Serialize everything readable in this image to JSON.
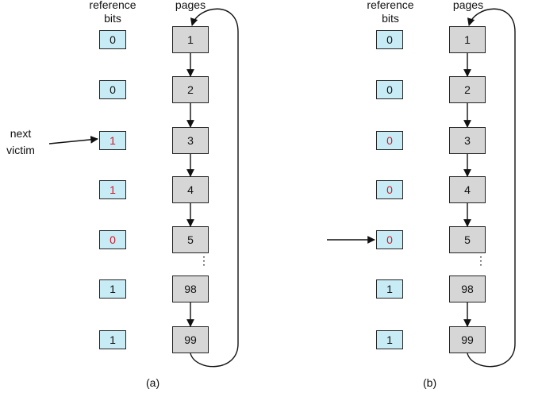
{
  "headers": {
    "reference_bits": "reference bits",
    "pages": "pages"
  },
  "colors": {
    "normal_bit": "#111111",
    "changed_bit": "#d0192b",
    "bit_fill": "#c8ecf6",
    "page_fill": "#d6d6d6"
  },
  "ellipsis": "⋮",
  "panels": [
    {
      "caption": "(a)",
      "note_line1": "next",
      "note_line2": "victim",
      "victim_index": 2,
      "rows": [
        {
          "bit": "0",
          "page": "1",
          "bit_color": "normal"
        },
        {
          "bit": "0",
          "page": "2",
          "bit_color": "normal"
        },
        {
          "bit": "1",
          "page": "3",
          "bit_color": "changed"
        },
        {
          "bit": "1",
          "page": "4",
          "bit_color": "changed"
        },
        {
          "bit": "0",
          "page": "5",
          "bit_color": "changed"
        },
        {
          "bit": "1",
          "page": "98",
          "bit_color": "normal"
        },
        {
          "bit": "1",
          "page": "99",
          "bit_color": "normal"
        }
      ]
    },
    {
      "caption": "(b)",
      "victim_index": 4,
      "rows": [
        {
          "bit": "0",
          "page": "1",
          "bit_color": "normal"
        },
        {
          "bit": "0",
          "page": "2",
          "bit_color": "normal"
        },
        {
          "bit": "0",
          "page": "3",
          "bit_color": "changed"
        },
        {
          "bit": "0",
          "page": "4",
          "bit_color": "changed"
        },
        {
          "bit": "0",
          "page": "5",
          "bit_color": "changed"
        },
        {
          "bit": "1",
          "page": "98",
          "bit_color": "normal"
        },
        {
          "bit": "1",
          "page": "99",
          "bit_color": "normal"
        }
      ]
    }
  ]
}
